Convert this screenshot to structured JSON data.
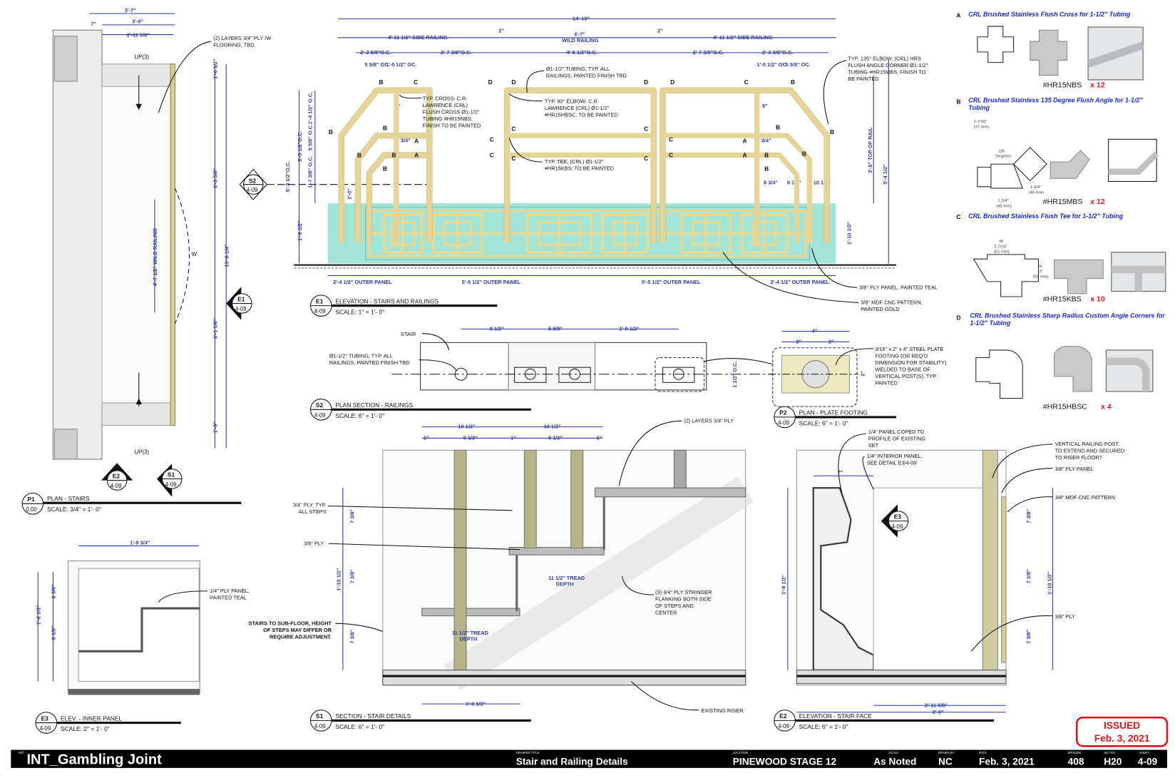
{
  "title_block": {
    "set_label": "SET",
    "set": "INT_Gambling Joint",
    "drawing_title_label": "DRAWING TITLE",
    "drawing_title": "Stair and Railing Details",
    "location_label": "LOCATION",
    "location": "PINEWOOD STAGE 12",
    "scale_label": "SCALE",
    "scale": "As Noted",
    "drawn_by_label": "DRAWN BY",
    "drawn_by": "NC",
    "date_label": "DATE",
    "date": "Feb. 3, 2021",
    "episode_label": "EPISODE",
    "episode": "408",
    "set_no_label": "SET NO.",
    "set_no": "H20",
    "sheet_label": "SHEET",
    "sheet": "4-09"
  },
  "stamp": {
    "line1": "ISSUED",
    "line2": "Feb. 3, 2021",
    "color": "#e0141e"
  },
  "views": {
    "p1": {
      "id": "P1",
      "sheet": "0.00",
      "title": "PLAN - STAIRS",
      "scale": "SCALE: 3/4\" = 1'- 0\""
    },
    "e1": {
      "id": "E1",
      "sheet": "4-09",
      "title": "ELEVATION - STAIRS AND RAILINGS",
      "scale": "SCALE: 1\" = 1'- 0\""
    },
    "s2": {
      "id": "S2",
      "sheet": "4-09",
      "title": "PLAN SECTION - RAILINGS",
      "scale": "SCALE: 6\" = 1'- 0\""
    },
    "p2": {
      "id": "P2",
      "sheet": "4-09",
      "title": "PLAN - PLATE FOOTING",
      "scale": "SCALE: 6\" = 1'- 0\""
    },
    "e3": {
      "id": "E3",
      "sheet": "4-09",
      "title": "ELEV. - INNER PANEL",
      "scale": "SCALE: 2\" = 1'- 0\""
    },
    "s1": {
      "id": "S1",
      "sheet": "4-09",
      "title": "SECTION - STAIR DETAILS",
      "scale": "SCALE: 6\" = 1'- 0\""
    },
    "e2": {
      "id": "E2",
      "sheet": "4-09",
      "title": "ELEVATION - STAIR FACE",
      "scale": "SCALE: 6\" = 1'- 0\""
    }
  },
  "markers": {
    "s2": "S2",
    "e1": "E1",
    "e2": "E2",
    "s1": "S1",
    "e3": "E3",
    "sheet": "4-09"
  },
  "plan": {
    "up_top": "UP(3)",
    "up_bottom": "UP(3)",
    "wild_railing": "4'-7 1/2\" WILD RAILING",
    "w": "W",
    "dims": [
      "3'-7\"",
      "3'-0\"",
      "2'-11 5/8\"",
      "7\"",
      "1'-6 1/2\"",
      "6'-3 5/8\"",
      "15'-8 1/4\"",
      "6'-1 1/8\"",
      "1'-9\""
    ],
    "note": [
      "(2) LAYERS 3/4\" PLY /W",
      "FLOORING, TBD."
    ]
  },
  "elevation": {
    "overall": "14'-10\"",
    "side_left": "4'-11 1/2\" SIDE RAILING",
    "wild": "4'-7\"",
    "wild_label": "WILD RAILING",
    "side_right": "4'-11 1/2\" SIDE RAILING",
    "gap": "2\"",
    "oc": [
      "2'-2 5/8\"O.C.",
      "2'-7 3/8\"O.C.",
      "4'-5 1/2\"O.C.",
      "2'-7 3/8\"O.C.",
      "2'-3 3/8\"O.C.",
      "5 5/8\" OC.",
      "1'-0 1/2\" OC.",
      "1'-0 1/2\" OC.",
      "5 5/8\" OC."
    ],
    "panels": [
      "2'-4 1/2\" OUTER PANEL",
      "5'-5 1/2\" OUTER PANEL",
      "5'-5 1/2\" OUTER PANEL",
      "2'-4 1/2\" OUTER PANEL"
    ],
    "vdims": [
      "1'-4 1/2\" O.C.",
      "5 5/8\" O.C.",
      "1'-7 3/8\" O.C.",
      "3'-5 1/2\"O.C.",
      "5'-3 1/2\"O.C.",
      "2'-0\"",
      "1'-9 1/2\"",
      "3'-6\" TOP OF RAIL",
      "5'-4 1/2\"",
      "1'-10 1/2\""
    ],
    "right_dims": [
      "8 3/4\"",
      "9 1/4\"",
      "10 1/2\"",
      "9\"",
      "9\"",
      "6 3/4\"",
      "6 3/4\""
    ],
    "notes": {
      "tubing": [
        "Ø1-1/2\" TUBING, TYP. ALL",
        "RAILINGS, PAINTED FINISH TBD"
      ],
      "cross": [
        "TYP. CROSS: C.R.",
        "LAWRENCE (CRL)",
        "FLUSH CROSS Ø1-1/2\"",
        "TUBING #HR15NBS,",
        "FINISH TO BE PAINTED"
      ],
      "elbow90": [
        "TYP. 90° ELBOW: C.R.",
        "LAWRENCE (CRL) Ø1-1/2\"",
        "#HR15HBSC; TO BE PAINTED"
      ],
      "tee": [
        "TYP. TEE, (CRL) Ø1-1/2\"",
        "#HR15KBS; TO BE PAINTED"
      ],
      "elbow135": [
        "TYP. 135° ELBOW, (CRL) HRS",
        "FLUSH ANGLE CORNER Ø1-1/2\"",
        "TUBING #HR15MBS, FINISH TO",
        "BE PAINTED"
      ],
      "ply": [
        "3/8\" PLY PANEL, PAINTED TEAL"
      ],
      "mdf": [
        "3/8\" MDF CNC PATTERN,",
        "PAINTED GOLD"
      ]
    },
    "letters": {
      "a": "A",
      "b": "B",
      "c": "C",
      "d": "D"
    },
    "teal": "#a3e4d7",
    "gold": "#e4d49a"
  },
  "s2_plan": {
    "stair": "STAIR",
    "note": [
      "Ø1-1/2\" TUBING, TYP. ALL",
      "RAILINGS, PAINTED FINISH TBD"
    ],
    "dims": [
      "8 1/2\"",
      "5 5/8\"",
      "1'-0 1/2\"",
      "1 1/2\" O.C."
    ]
  },
  "p2_plan": {
    "dims": [
      "4\"",
      "2\"",
      "2\"",
      "2\""
    ],
    "note": [
      "3/16\" x 2\" x 4\" STEEL PLATE",
      "FOOTING (OR REQ'D",
      "DIMENSION FOR STABILITY)",
      "WELDED TO BASE OF",
      "VERTICAL POST(S), TYP.",
      "PAINTED"
    ]
  },
  "e3_elev": {
    "dims": [
      "1'-9 3/4\"",
      "1'-2 1/2\"",
      "6 3/8\"",
      "8 1/8\""
    ],
    "note": [
      "1/4\" PLY PANEL,",
      "PAINTED TEAL"
    ],
    "stairs_note": [
      "STAIRS TO SUB-FLOOR, HEIGHT",
      "OF STEPS MAY DIFFER OR",
      "REQUIRE ADJUSTMENT."
    ]
  },
  "s1_section": {
    "dims": [
      "10 1/2\"",
      "10 1/2\"",
      "9 1/2\"",
      "9 1/2\"",
      "1\"",
      "1\"",
      "1\"",
      "1'-0 1/2\"",
      "1'-10 1/2\"",
      "7 3/8\"",
      "7 3/8\"",
      "7 3/8\""
    ],
    "tread1": [
      "11 1/2\" TREAD",
      "DEPTH"
    ],
    "tread2": [
      "11 1/2\" TREAD",
      "DEPTH"
    ],
    "notes": {
      "layers": [
        "(2) LAYERS 3/4\" PLY"
      ],
      "ply_typ": [
        "3/4\" PLY, TYP.",
        "ALL STEPS"
      ],
      "ply38": [
        "3/8\" PLY"
      ],
      "stringer": [
        "(3) 3/4\" PLY STRINGER",
        "FLANKING BOTH SIDE",
        "OF STEPS AND",
        "CENTER"
      ],
      "riser": [
        "EXISTING RISER"
      ]
    }
  },
  "e2_elev": {
    "dims": [
      "7\"",
      "1'-9 1/2\"",
      "1'-10 1/2\"",
      "2'-11 5/8\"",
      "3'-0\"",
      "7 3/8\"",
      "7 3/8\"",
      "7 3/8\""
    ],
    "notes": {
      "coped": [
        "1/4\" PANEL COPED TO",
        "PROFILE OF EXISTING",
        "SET"
      ],
      "interior": [
        "1/4\" INTERIOR PANEL,",
        "SEE DETAIL E3/4-09"
      ],
      "post": [
        "VERTICAL RAILING POST,",
        "TO EXTEND AND SECURED",
        "TO RISER FLOOR?"
      ],
      "ply38": [
        "3/8\" PLY PANEL"
      ],
      "mdf": [
        "3/8\" MDF CNC PATTERN"
      ],
      "ply": [
        "3/8\" PLY"
      ]
    }
  },
  "catalog": [
    {
      "letter": "A",
      "title": "CRL Brushed Stainless Flush Cross for 1-1/2\" Tubing",
      "part": "#HR15NBS",
      "qty": "x 12"
    },
    {
      "letter": "B",
      "title": "CRL Brushed Stainless 135 Degree Flush Angle for 1-1/2\"",
      "title2": "Tubing",
      "part": "#HR15MBS",
      "qty": "x 12",
      "dims": [
        "1-7/16\"",
        "(37 mm)",
        "135",
        "Degrees",
        "1-3/4\"",
        "(45 mm)",
        "1-3/4\"",
        "(45 mm)"
      ]
    },
    {
      "letter": "C",
      "title": "CRL Brushed Stainless Flush Tee for 1-1/2\" Tubing",
      "part": "#HR15KBS",
      "qty": "x 10",
      "dims": [
        "W",
        "2-7/16\"",
        "(61 mm)",
        "H",
        "2\"",
        "(51 mm)"
      ]
    },
    {
      "letter": "D",
      "title": "CRL Brushed Stainless Sharp Radius Custom Angle Corners for",
      "title2": "1-1/2\" Tubing",
      "part": "#HR15HBSC",
      "qty": "x 4"
    }
  ]
}
